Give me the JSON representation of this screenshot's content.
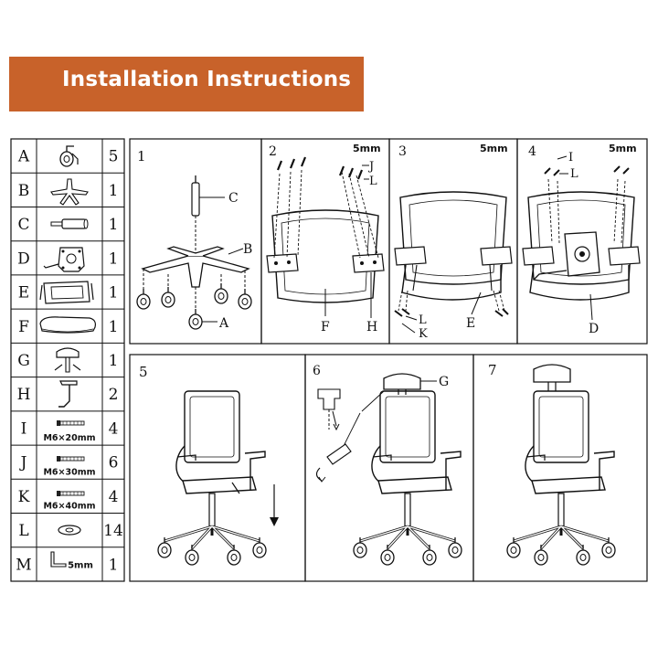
{
  "title": "Installation Instructions",
  "colors": {
    "banner": "#c8622a",
    "banner_text": "#ffffff",
    "line": "#111111"
  },
  "parts": [
    {
      "letter": "A",
      "icon": "caster-wheel-icon",
      "spec": "",
      "qty": "5"
    },
    {
      "letter": "B",
      "icon": "star-base-icon",
      "spec": "",
      "qty": "1"
    },
    {
      "letter": "C",
      "icon": "gas-cylinder-icon",
      "spec": "",
      "qty": "1"
    },
    {
      "letter": "D",
      "icon": "tilt-mechanism-icon",
      "spec": "",
      "qty": "1"
    },
    {
      "letter": "E",
      "icon": "seat-frame-icon",
      "spec": "",
      "qty": "1"
    },
    {
      "letter": "F",
      "icon": "seat-cushion-icon",
      "spec": "",
      "qty": "1"
    },
    {
      "letter": "G",
      "icon": "headrest-bracket-icon",
      "spec": "",
      "qty": "1"
    },
    {
      "letter": "H",
      "icon": "armrest-icon",
      "spec": "",
      "qty": "2"
    },
    {
      "letter": "I",
      "icon": "bolt-icon",
      "spec": "M6×20mm",
      "qty": "4"
    },
    {
      "letter": "J",
      "icon": "bolt-icon",
      "spec": "M6×30mm",
      "qty": "6"
    },
    {
      "letter": "K",
      "icon": "bolt-icon",
      "spec": "M6×40mm",
      "qty": "4"
    },
    {
      "letter": "L",
      "icon": "washer-icon",
      "spec": "",
      "qty": "14"
    },
    {
      "letter": "M",
      "icon": "allen-key-icon",
      "spec": "5mm",
      "qty": "1"
    }
  ],
  "steps": [
    {
      "number": "1",
      "tool": "",
      "labels": [
        "C",
        "B",
        "A"
      ]
    },
    {
      "number": "2",
      "tool": "5mm",
      "labels": [
        "J",
        "L",
        "F",
        "H"
      ]
    },
    {
      "number": "3",
      "tool": "5mm",
      "labels": [
        "L",
        "K",
        "E"
      ]
    },
    {
      "number": "4",
      "tool": "5mm",
      "labels": [
        "I",
        "L",
        "D"
      ]
    },
    {
      "number": "5",
      "tool": "",
      "labels": []
    },
    {
      "number": "6",
      "tool": "",
      "labels": [
        "G"
      ]
    },
    {
      "number": "7",
      "tool": "",
      "labels": []
    }
  ]
}
